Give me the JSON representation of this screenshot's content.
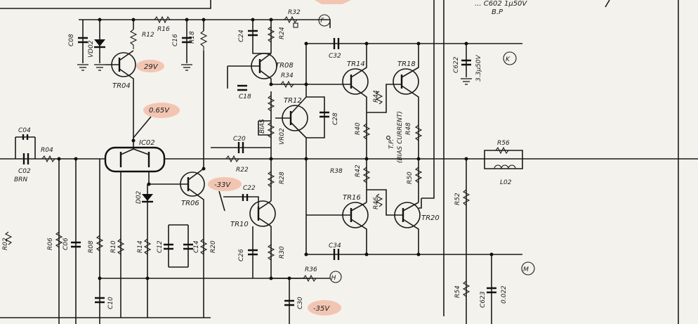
{
  "title_fragments": {
    "capacitor_note": "... C602 1μ50V",
    "bp_note": "B.P"
  },
  "voltages": {
    "tr04_v": "29V",
    "ic02_v": "0.65V",
    "tr06_v": "-33V",
    "neg_rail": "-35V"
  },
  "terminals": {
    "f": "F",
    "k": "K",
    "h": "H",
    "m": "M"
  },
  "transistors": {
    "tr04": "TR04",
    "tr08": "TR08",
    "tr12": "TR12",
    "tr14": "TR14",
    "tr18": "TR18",
    "tr06": "TR06",
    "tr10": "TR10",
    "tr16": "TR16",
    "tr20": "TR20"
  },
  "ics": {
    "ic02": "IC02"
  },
  "diodes": {
    "vd02": "VD02",
    "d02": "D02"
  },
  "resistors": {
    "r12": "R12",
    "r16": "R16",
    "r18": "R18",
    "r24": "R24",
    "r32": "R32",
    "r34": "R34",
    "r36": "R36",
    "r44": "R44",
    "r40": "R40",
    "r48": "R48",
    "r04": "R04",
    "r22": "R22",
    "r38": "R38",
    "r28": "R28",
    "r42": "R42",
    "r50": "R50",
    "r46": "R46",
    "r02": "R02",
    "r06": "R06",
    "r08": "R08",
    "r10": "R10",
    "r14": "R14",
    "r20": "R20",
    "r30": "R30",
    "r52": "R52",
    "r54": "R54",
    "r56": "R56"
  },
  "capacitors": {
    "c08": "C08",
    "c16": "C16",
    "c24": "C24",
    "c32": "C32",
    "c18": "C18",
    "c28": "C28",
    "c20": "C20",
    "c04": "C04",
    "c02": "C02",
    "c22": "C22",
    "c06": "C06",
    "c12": "C12",
    "c14": "C14",
    "c10": "C10",
    "c26": "C26",
    "c34": "C34",
    "c30": "C30",
    "c622": "C622",
    "c623": "C623"
  },
  "inductors": {
    "l02": "L02"
  },
  "annotations": {
    "bias": "BIAS",
    "vr02": "VR02",
    "tp": "T.P.",
    "bias_current": "(BIAS CURRENT)",
    "brn": "BRN",
    "c622_value": "3.3μ50V",
    "c623_value": "0.022"
  }
}
